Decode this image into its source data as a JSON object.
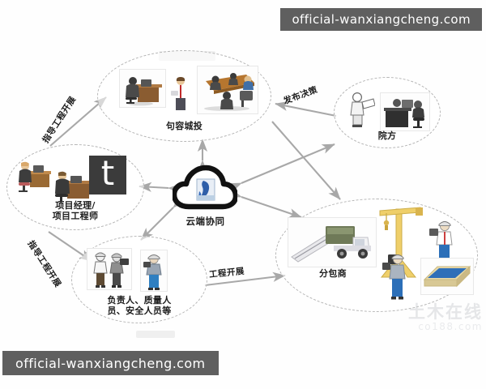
{
  "watermarks": {
    "top_banner": "official-wanxiangcheng.com",
    "bottom_banner": "official-wanxiangcheng.com",
    "corner_main": "土木在线",
    "corner_sub": "co188.com"
  },
  "center": {
    "label": "云端协同",
    "icon": "cloud-icon",
    "cloud_outline_color": "#111111",
    "cloud_inner_color": "#2f5fa8"
  },
  "nodes": [
    {
      "id": "jurong",
      "label": "句容城投",
      "icon": "office-meeting-icon"
    },
    {
      "id": "institute",
      "label": "院方",
      "icon": "designer-desk-icon"
    },
    {
      "id": "project-manager",
      "label": "项目经理/\n项目工程师",
      "label_line1": "项目经理/",
      "label_line2": "项目工程师",
      "icon": "desk-worker-icon",
      "app_logo": "t"
    },
    {
      "id": "site-staff",
      "label_line1": "负责人、质量人",
      "label_line2": "员、安全人员等",
      "icon": "site-personnel-icon"
    },
    {
      "id": "subcontractor",
      "label": "分包商",
      "icon": "construction-equipment-icon"
    }
  ],
  "edges": [
    {
      "id": "guide-top",
      "label": "指导工程开展",
      "from": "project-manager",
      "to": "jurong"
    },
    {
      "id": "guide-bottom",
      "label": "指导工程开展",
      "from": "project-manager",
      "to": "site-staff"
    },
    {
      "id": "decision",
      "label": "发布决策",
      "from": "institute",
      "to": "jurong"
    },
    {
      "id": "progress",
      "label": "工程开展",
      "from": "site-staff",
      "to": "subcontractor"
    }
  ],
  "style": {
    "banner_bg": "#5f5f5f",
    "banner_text": "#ffffff",
    "arrow_color": "#a8a8a8",
    "node_border": "#b5b5b5",
    "background": "#fefefe"
  }
}
